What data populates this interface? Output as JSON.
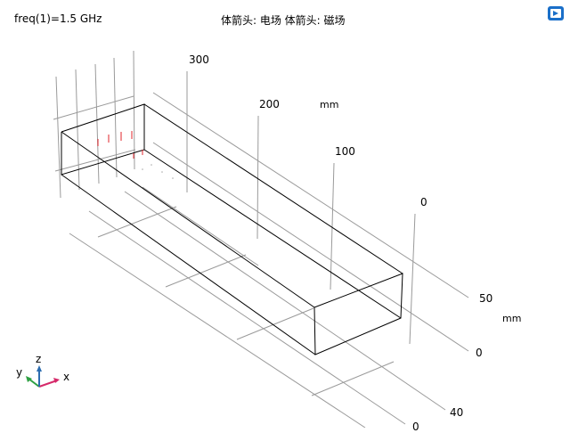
{
  "header": {
    "parameter_label": "freq(1)=1.5 GHz",
    "legend_label": "体箭头: 电场  体箭头: 磁场"
  },
  "axes": {
    "top_ticks": [
      "300",
      "200",
      "100",
      "0"
    ],
    "top_unit": "mm",
    "right_ticks": [
      "50",
      "0"
    ],
    "right_unit": "mm",
    "bottom_ticks": [
      "40",
      "0"
    ]
  },
  "triad": {
    "x_label": "x",
    "y_label": "y",
    "z_label": "z"
  },
  "toolbar": {
    "snapshot_icon": "camera-snapshot-icon"
  },
  "colors": {
    "grid": "#9a9a9a",
    "box": "#000000",
    "e_field_arrow": "#e0242b",
    "x_axis": "#d62a6a",
    "y_axis": "#2ea043",
    "z_axis": "#2b6cb0",
    "snapshot_blue": "#1a6fc9"
  }
}
